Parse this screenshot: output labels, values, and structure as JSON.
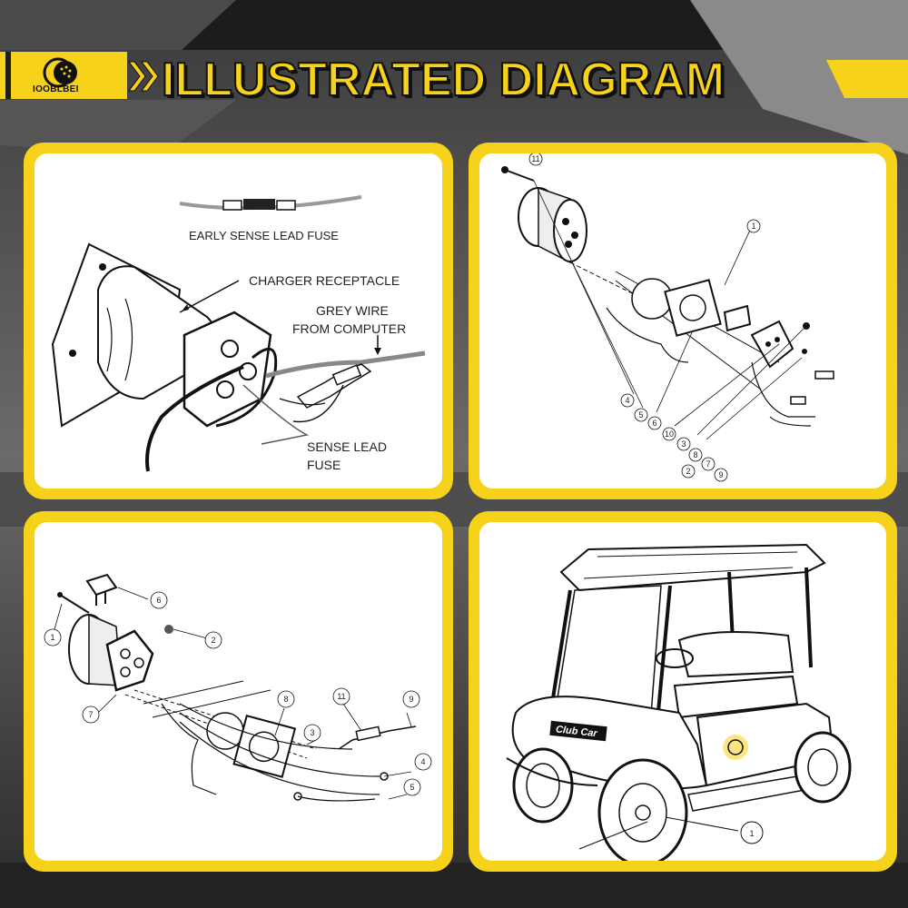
{
  "header": {
    "brand": "IOOBLBEI",
    "title": "ILLUSTRATED DIAGRAM"
  },
  "panel1": {
    "early_fuse_label": "EARLY SENSE LEAD FUSE",
    "charger_receptacle_label": "CHARGER RECEPTACLE",
    "grey_wire_line1": "GREY WIRE",
    "grey_wire_line2": "FROM COMPUTER",
    "sense_fuse_line1": "SENSE LEAD",
    "sense_fuse_line2": "FUSE"
  },
  "panel2": {
    "callouts": [
      "11",
      "1",
      "4",
      "5",
      "6",
      "10",
      "3",
      "8",
      "7",
      "2",
      "9"
    ]
  },
  "panel3": {
    "callouts": [
      "6",
      "1",
      "2",
      "7",
      "8",
      "11",
      "9",
      "3",
      "4",
      "5"
    ]
  },
  "panel4": {
    "cart_badge": "Club Car",
    "callout": "1"
  },
  "colors": {
    "accent": "#f7d21a",
    "panel_bg": "#ffffff",
    "background": "#2a2a2a"
  }
}
